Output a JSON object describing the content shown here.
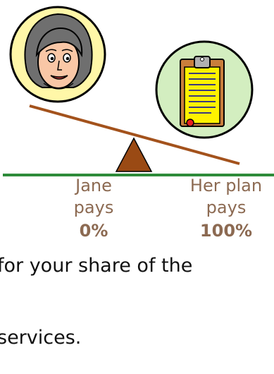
{
  "left_label": {
    "name": "Jane",
    "verb": "pays",
    "percent": "0%"
  },
  "right_label": {
    "name": "Her plan",
    "verb": "pays",
    "percent": "100%"
  },
  "overlay_text": {
    "line1": "for your share of the",
    "line2": "services."
  },
  "icons": {
    "left_circle": "jane-face-icon",
    "right_circle": "clipboard-document-icon"
  },
  "colors": {
    "left_circle_fill": "#fff7a8",
    "right_circle_fill": "#d3eec0",
    "seesaw_beam": "#a3521c",
    "fulcrum": "#9a4a14",
    "ground_line": "#2e8b3a",
    "label_text": "#8c6a52",
    "overlay_text": "#111111"
  }
}
